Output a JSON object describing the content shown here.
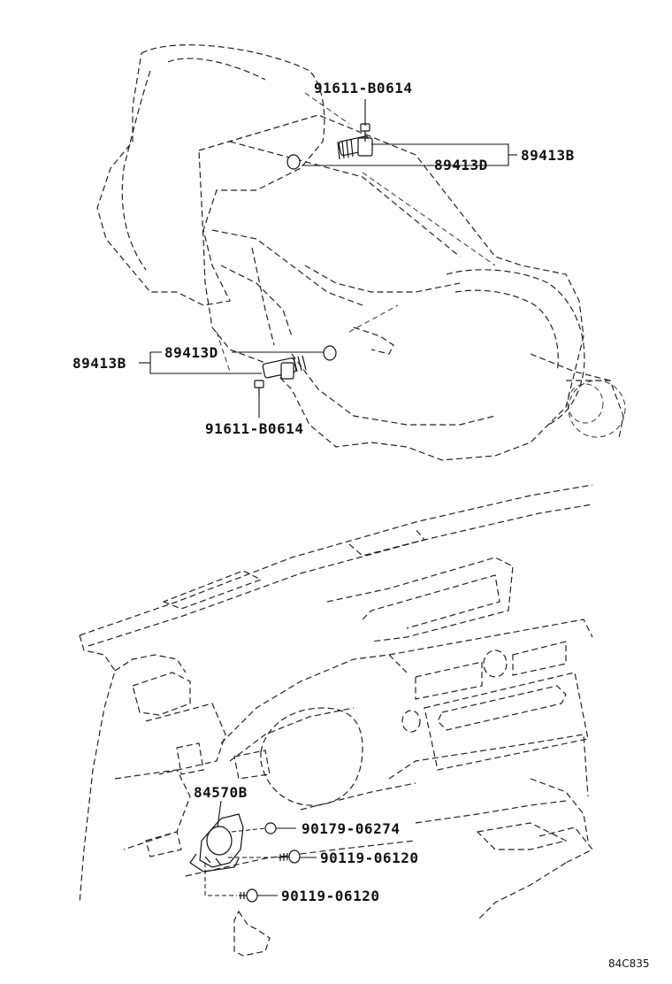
{
  "callouts": {
    "bolt_upper": "91611-B0614",
    "sensor_upper_group": "89413B",
    "gasket_upper": "89413D",
    "sensor_lower_group": "89413B",
    "gasket_lower": "89413D",
    "bolt_lower": "91611-B0614",
    "switch_assembly": "84570B",
    "screw_a": "90179-06274",
    "screw_b": "90119-06120",
    "screw_c": "90119-06120"
  },
  "illustration_code": "84C835"
}
